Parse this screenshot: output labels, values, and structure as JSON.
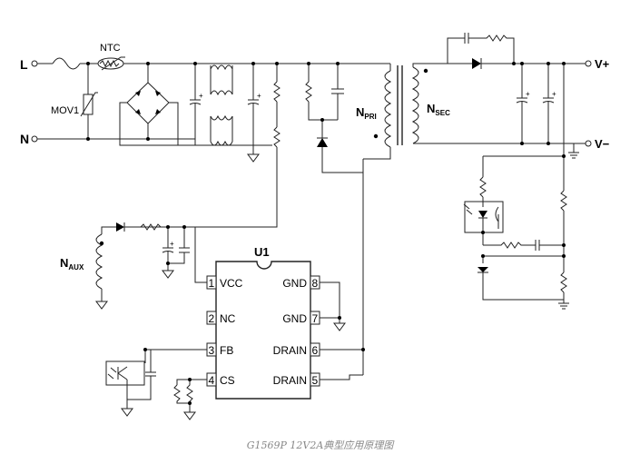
{
  "labels": {
    "L": "L",
    "N": "N",
    "NTC": "NTC",
    "MOV1": "MOV1",
    "NPRI_main": "N",
    "NPRI_sub": "PRI",
    "NSEC_main": "N",
    "NSEC_sub": "SEC",
    "NAUX_main": "N",
    "NAUX_sub": "AUX",
    "Vplus": "V+",
    "Vminus": "V−",
    "U1": "U1"
  },
  "ic_pins": [
    {
      "num": "1",
      "name": "VCC"
    },
    {
      "num": "2",
      "name": "NC"
    },
    {
      "num": "3",
      "name": "FB"
    },
    {
      "num": "4",
      "name": "CS"
    },
    {
      "num": "8",
      "name": "GND"
    },
    {
      "num": "7",
      "name": "GND"
    },
    {
      "num": "6",
      "name": "DRAIN"
    },
    {
      "num": "5",
      "name": "DRAIN"
    }
  ],
  "caption": "G1569P 12V2A典型应用原理图"
}
